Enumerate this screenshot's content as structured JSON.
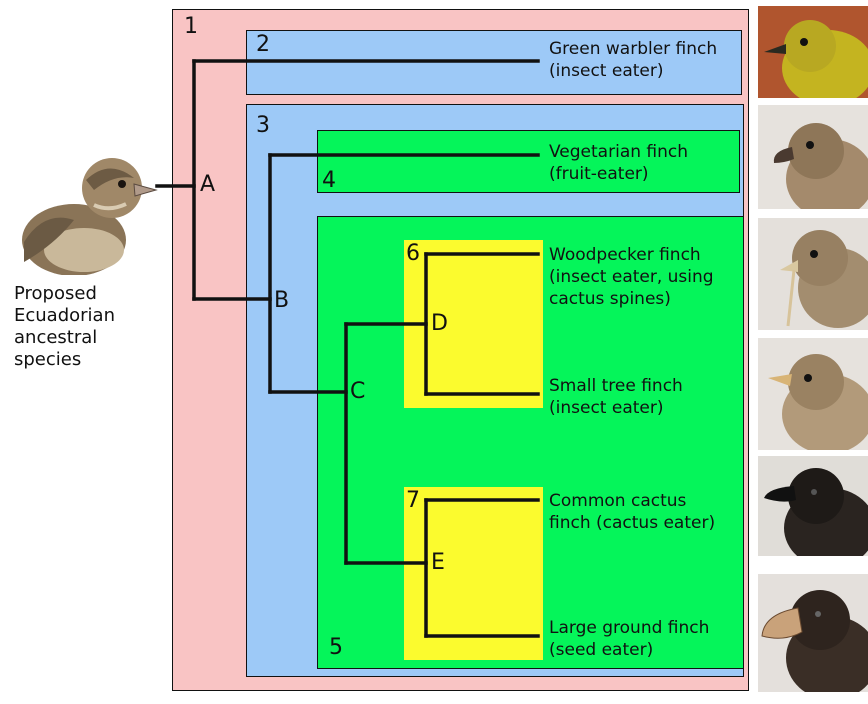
{
  "clades": [
    {
      "num": "1",
      "color": "#f9c4c4"
    },
    {
      "num": "2",
      "color": "#9dc9f7"
    },
    {
      "num": "3",
      "color": "#9dc9f7"
    },
    {
      "num": "4",
      "color": "#05f55a"
    },
    {
      "num": "5",
      "color": "#05f55a"
    },
    {
      "num": "6",
      "color": "#fbfb2e"
    },
    {
      "num": "7",
      "color": "#fbfb2e"
    }
  ],
  "nodes": [
    "A",
    "B",
    "C",
    "D",
    "E"
  ],
  "leaves": [
    {
      "line1": "Green warbler finch",
      "line2": "(insect eater)"
    },
    {
      "line1": "Vegetarian finch",
      "line2": "(fruit-eater)"
    },
    {
      "line1": "Woodpecker finch",
      "line2": "(insect eater, using",
      "line3": "cactus spines)"
    },
    {
      "line1": "Small tree finch",
      "line2": "(insect eater)"
    },
    {
      "line1": "Common cactus",
      "line2": "finch (cactus eater)"
    },
    {
      "line1": "Large ground finch",
      "line2": "(seed eater)"
    }
  ],
  "ancestor": {
    "line1": "Proposed",
    "line2": "Ecuadorian",
    "line3": "ancestral",
    "line4": "species"
  },
  "icons": [
    "ancestor-finch-illustration",
    "green-warbler-finch-photo",
    "vegetarian-finch-photo",
    "woodpecker-finch-photo",
    "small-tree-finch-photo",
    "common-cactus-finch-photo",
    "large-ground-finch-photo"
  ]
}
